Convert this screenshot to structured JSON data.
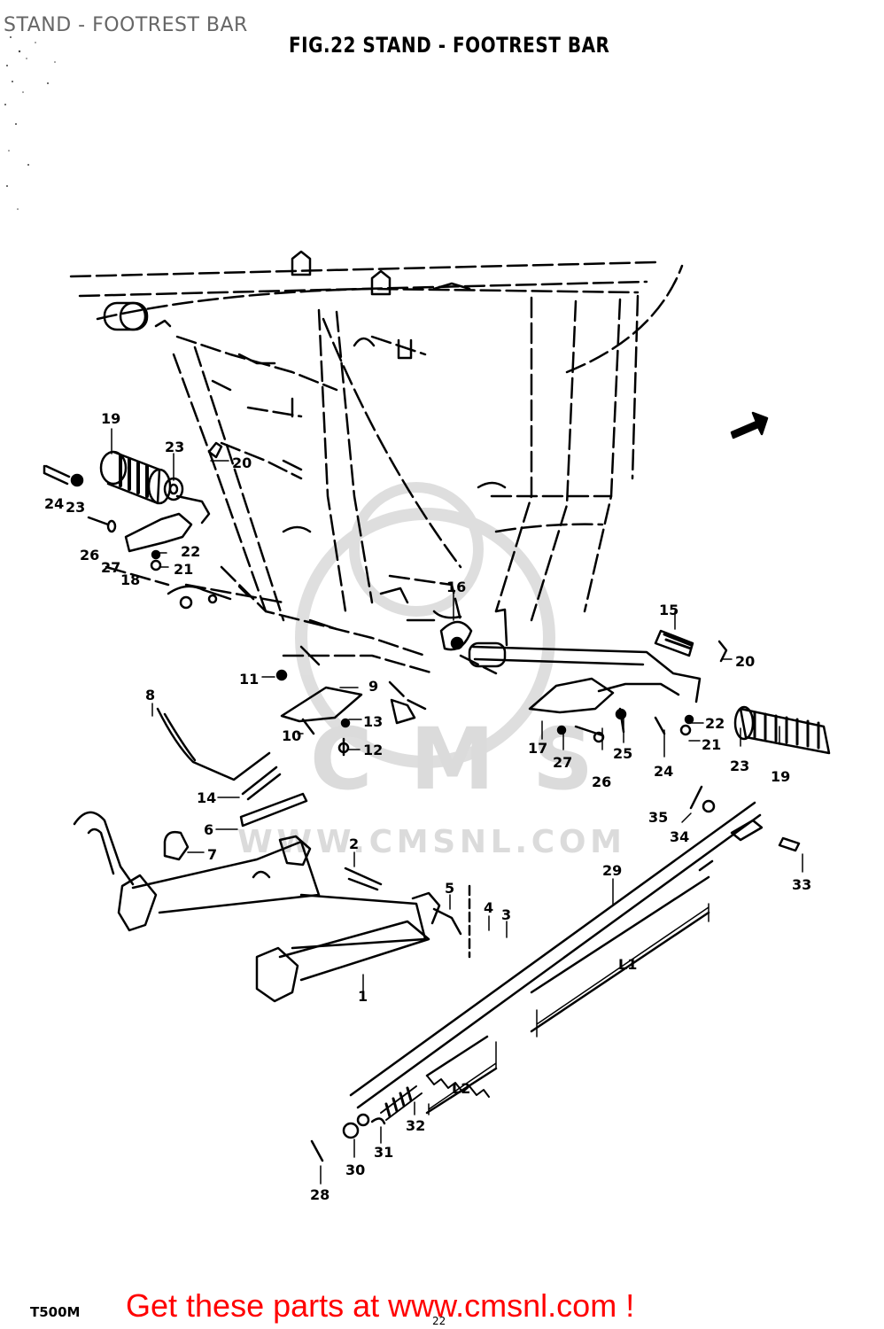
{
  "page_header": "STAND - FOOTREST BAR",
  "figure_title": "FIG.22  STAND - FOOTREST BAR",
  "model_code": "T500M",
  "page_number": "22",
  "promo_link": "Get these parts at www.cmsnl.com !",
  "watermark": {
    "logo_text": "CMS",
    "url_text": "WWW.CMSNL.COM"
  },
  "callouts": {
    "c1": "1",
    "c2": "2",
    "c3": "3",
    "c4": "4",
    "c5": "5",
    "c6": "6",
    "c7": "7",
    "c8": "8",
    "c9": "9",
    "c10": "10",
    "c11": "11",
    "c12": "12",
    "c13": "13",
    "c14": "14",
    "c15": "15",
    "c16": "16",
    "c17": "17",
    "c18": "18",
    "c19a": "19",
    "c19b": "19",
    "c20a": "20",
    "c20b": "20",
    "c21a": "21",
    "c21b": "21",
    "c22a": "22",
    "c22b": "22",
    "c23a": "23",
    "c23b": "23",
    "c23c": "23",
    "c24a": "24",
    "c24b": "24",
    "c25": "25",
    "c26a": "26",
    "c26b": "26",
    "c27a": "27",
    "c27b": "27",
    "c28": "28",
    "c29": "29",
    "c30": "30",
    "c31": "31",
    "c32": "32",
    "c33": "33",
    "c34": "34",
    "c35": "35",
    "l1": "L1",
    "l2": "L2"
  }
}
